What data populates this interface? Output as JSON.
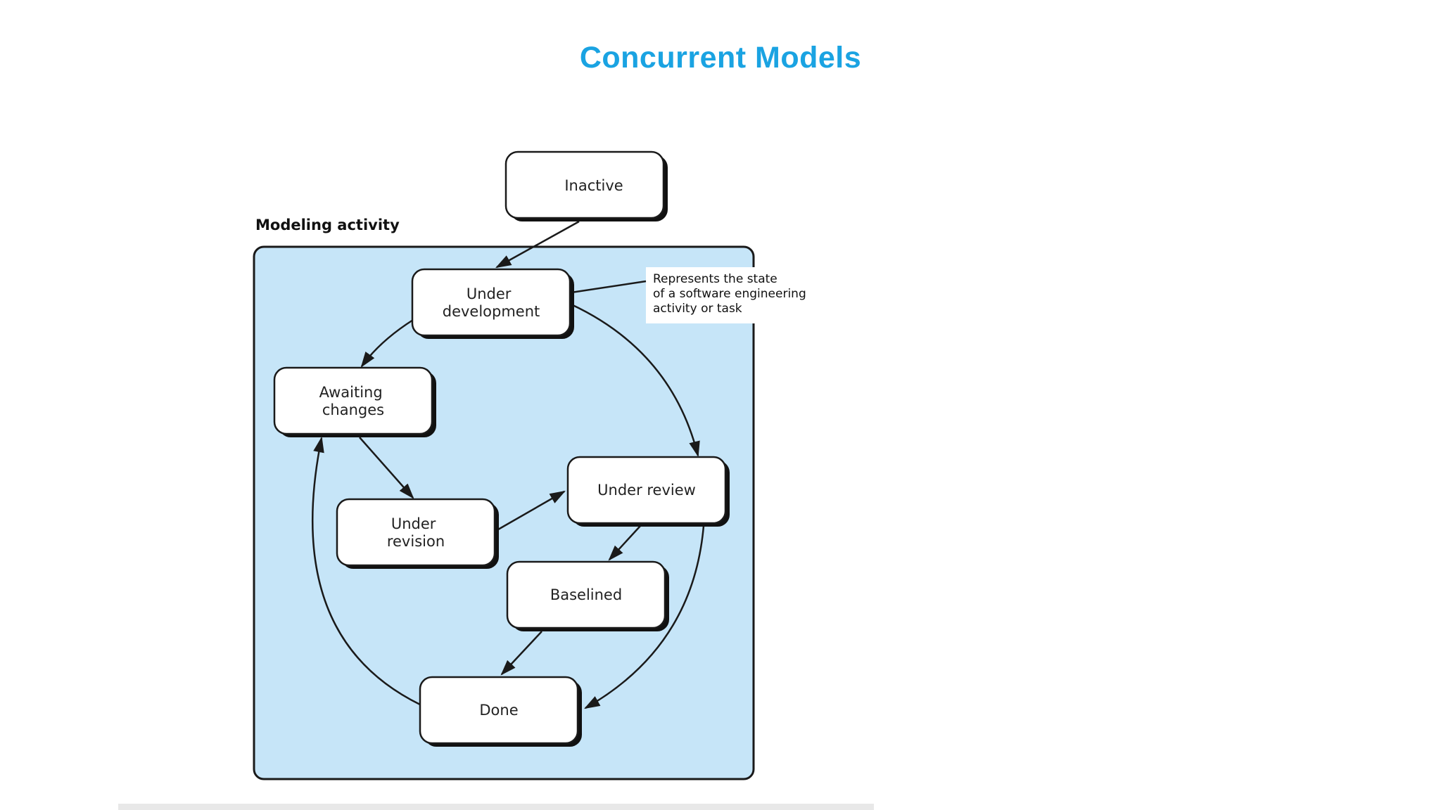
{
  "slide": {
    "title": "Concurrent Models"
  },
  "diagram": {
    "activity_label": "Modeling activity",
    "note_lines": [
      "Represents the state",
      "of a software engineering",
      "activity or task"
    ],
    "states": {
      "inactive": [
        "Inactive"
      ],
      "under_development": [
        "Under",
        "development"
      ],
      "awaiting_changes": [
        "Awaiting",
        "changes"
      ],
      "under_review": [
        "Under review"
      ],
      "under_revision": [
        "Under",
        "revision"
      ],
      "baselined": [
        "Baselined"
      ],
      "done": [
        "Done"
      ]
    },
    "colors": {
      "activity_fill": "#c6e5f8",
      "title": "#1aa3e2",
      "stroke": "#1a1a1a"
    }
  }
}
